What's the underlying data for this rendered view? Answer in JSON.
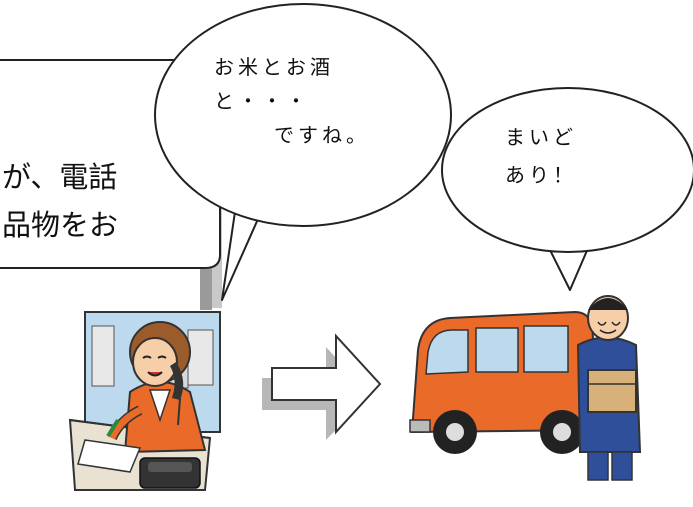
{
  "main_text": {
    "line1": "が、電話",
    "line2": "品物をお"
  },
  "bubbles": {
    "operator": {
      "line1": "お米とお酒",
      "line2": "と・・・",
      "line3": "ですね。"
    },
    "driver": {
      "line1": "まいど",
      "line2": "あり！"
    }
  },
  "colors": {
    "van": "#ea6a2a",
    "wall": "#bcd9ee",
    "skin": "#f6cfa8",
    "uniform": "#2f4f9a",
    "arrow_shadow": "#b7b7b7"
  },
  "icons": {
    "arrow": "right-arrow-icon",
    "phone": "telephone-icon",
    "van": "van-icon",
    "box": "parcel-icon"
  }
}
